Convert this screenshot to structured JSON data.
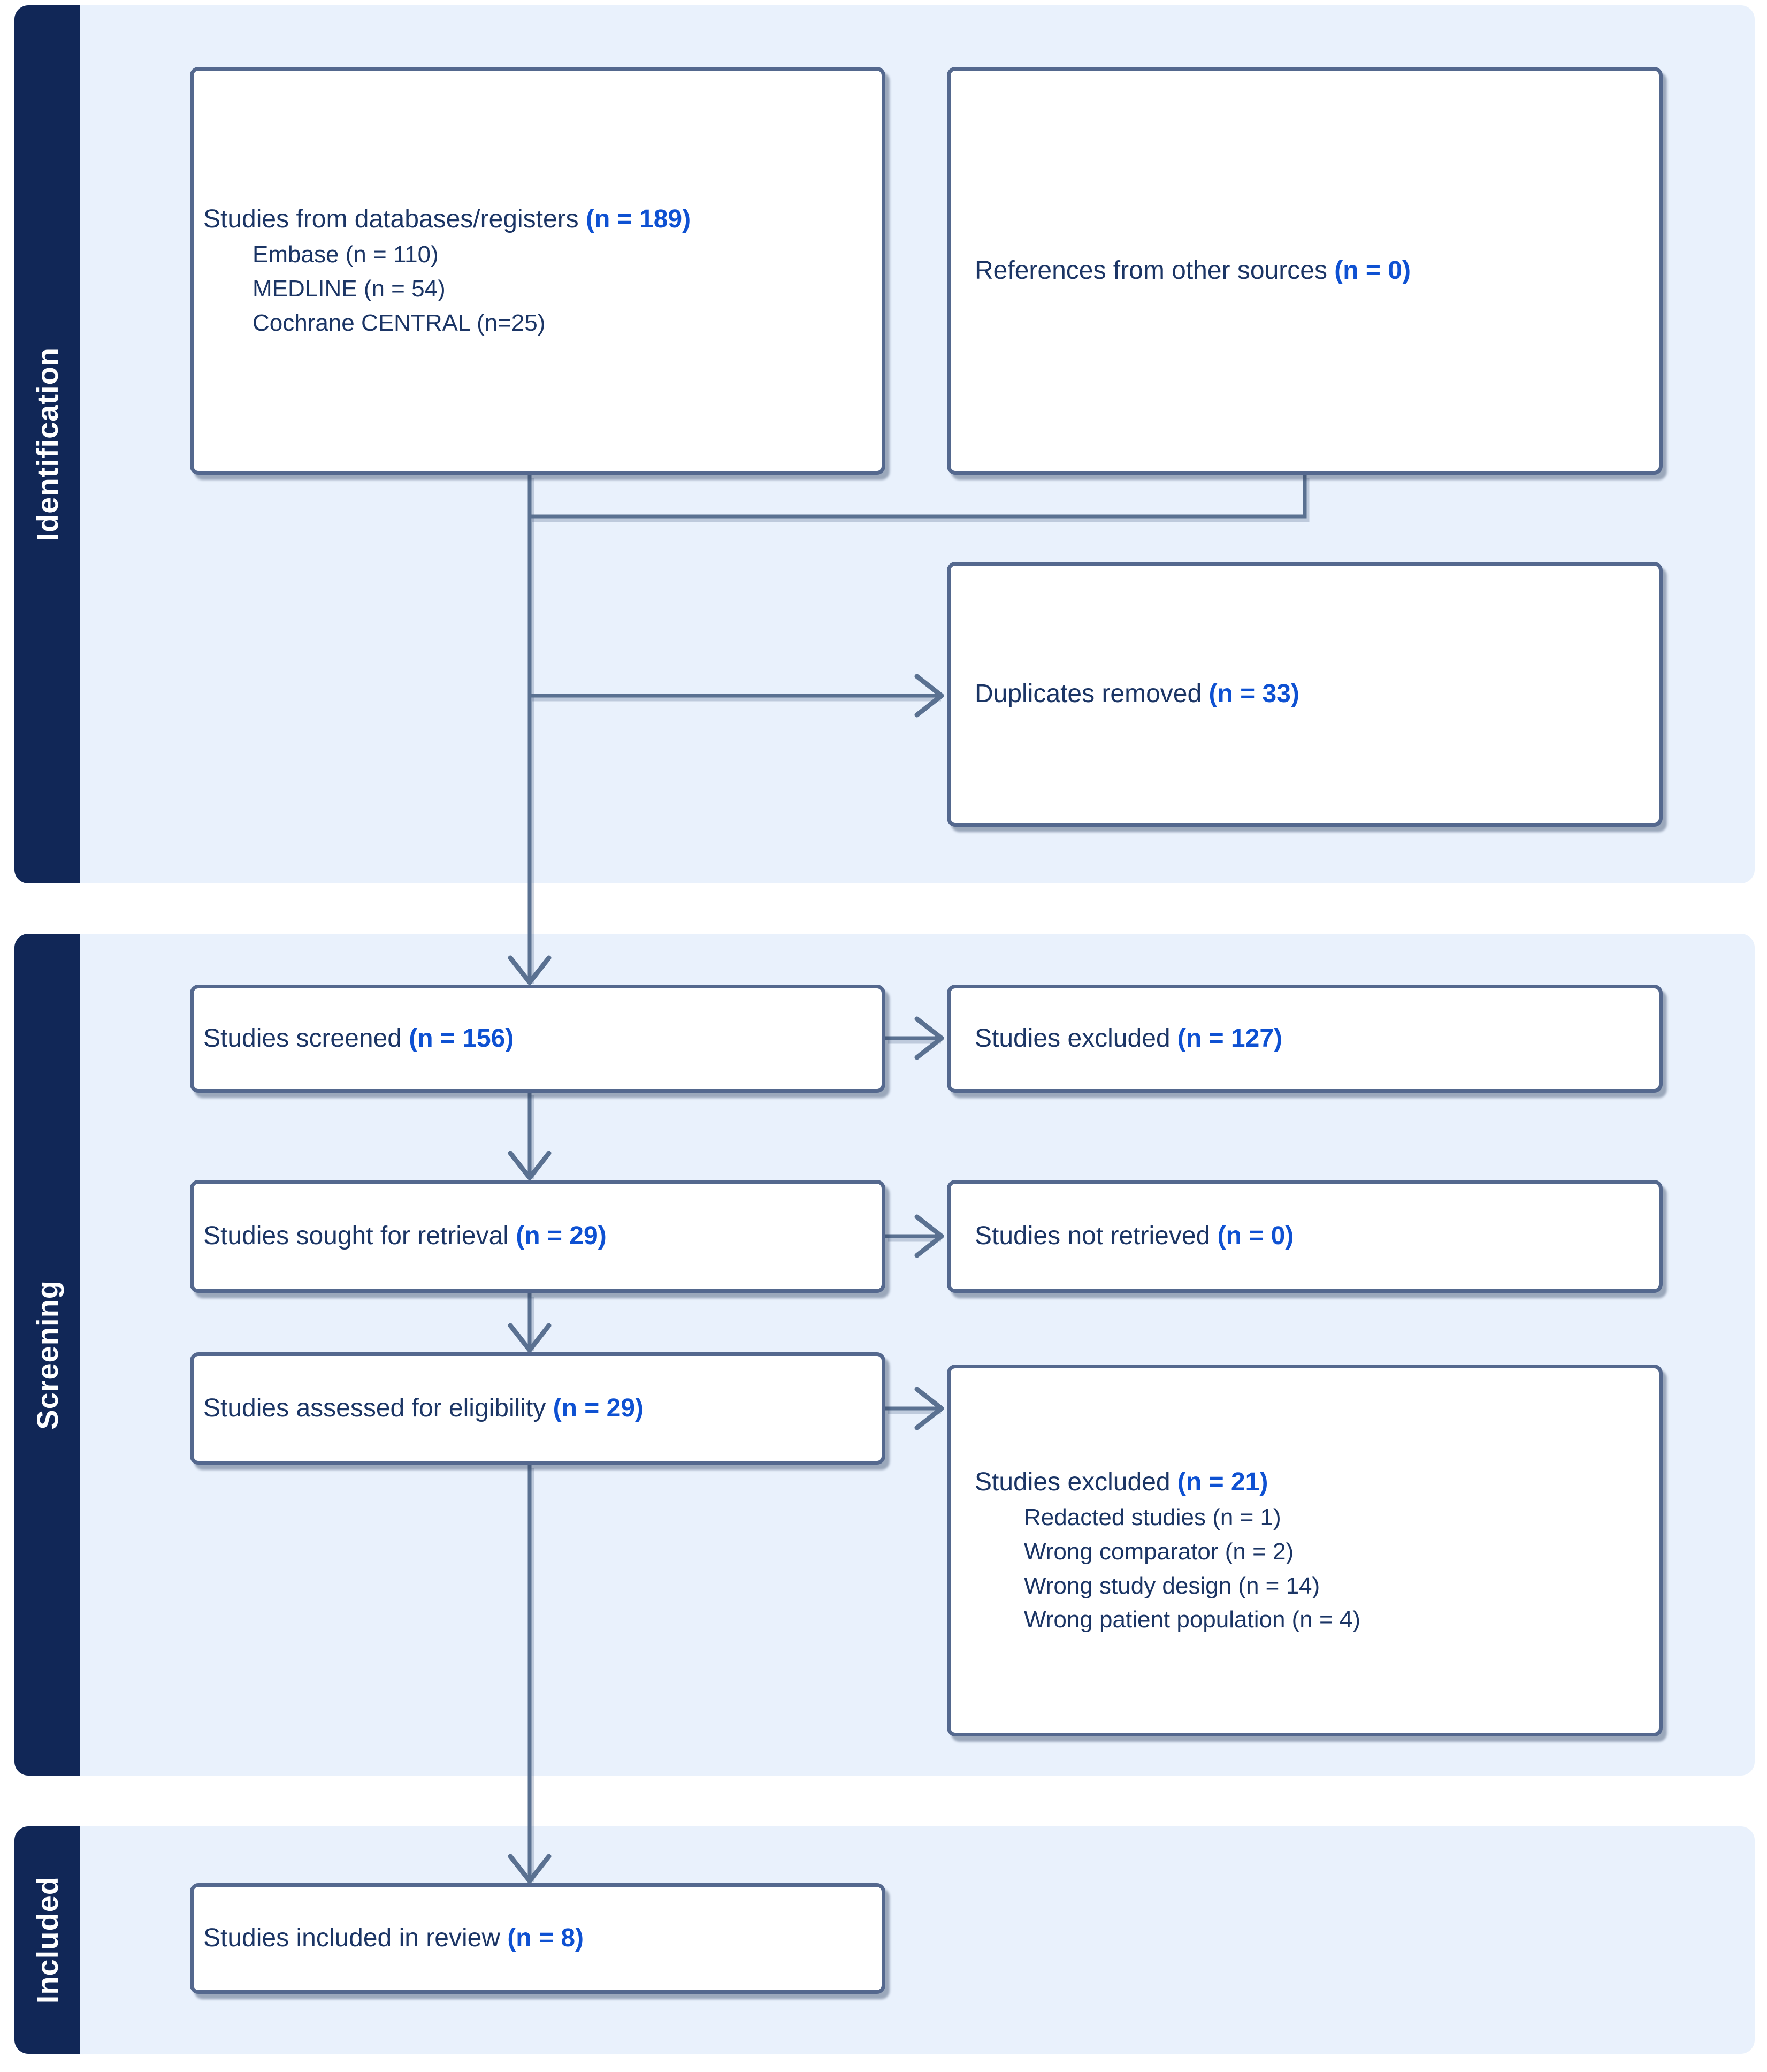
{
  "colors": {
    "accent": "#0e51d2",
    "text": "#1b3565",
    "box_border": "#54688e",
    "connector": "#5a7191",
    "sidebar_bg": "#112757",
    "band_bg": "#e9f1fc"
  },
  "sections": [
    {
      "label": "Identification"
    },
    {
      "label": "Screening"
    },
    {
      "label": "Included"
    }
  ],
  "boxes": {
    "databases": {
      "label": "Studies from databases/registers ",
      "count": "(n = 189)",
      "sub": [
        "Embase (n = 110)",
        "MEDLINE (n = 54)",
        "Cochrane CENTRAL (n=25)"
      ]
    },
    "other_sources": {
      "label": "References from other sources ",
      "count": "(n = 0)"
    },
    "duplicates": {
      "label": "Duplicates removed ",
      "count": "(n = 33)"
    },
    "screened": {
      "label": "Studies screened ",
      "count": "(n = 156)"
    },
    "excluded_screening": {
      "label": "Studies excluded ",
      "count": "(n = 127)"
    },
    "sought": {
      "label": "Studies sought for retrieval ",
      "count": "(n = 29)"
    },
    "not_retrieved": {
      "label": "Studies not retrieved ",
      "count": "(n = 0)"
    },
    "assessed": {
      "label": "Studies assessed for eligibility ",
      "count": "(n = 29)"
    },
    "excluded_eligibility": {
      "label": "Studies excluded ",
      "count": "(n = 21)",
      "sub": [
        "Redacted studies (n = 1)",
        "Wrong comparator (n = 2)",
        "Wrong study design (n = 14)",
        "Wrong patient population (n = 4)"
      ]
    },
    "included": {
      "label": "Studies included in review ",
      "count": "(n = 8)"
    }
  }
}
